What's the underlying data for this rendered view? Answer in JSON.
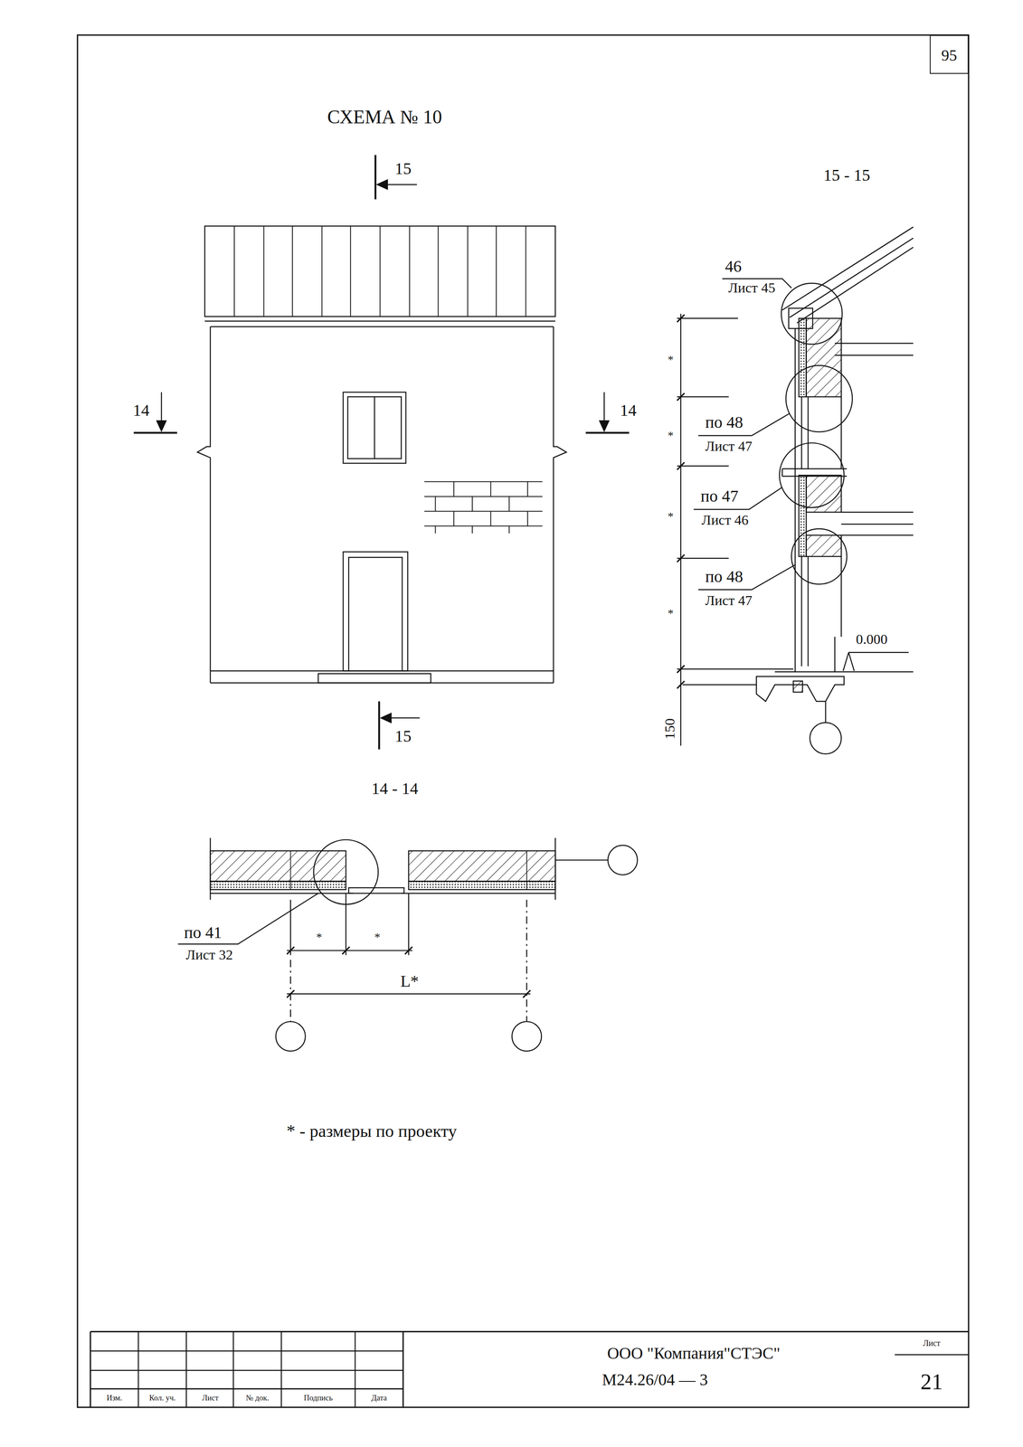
{
  "diagram": {
    "title": "СХЕМА № 10",
    "nodes": [
      {
        "text": [
          "95"
        ]
      },
      {
        "text": [
          "Лист",
          "21"
        ]
      }
    ],
    "labels": [
      "15",
      "15 - 15",
      "14",
      "14",
      "46",
      "Лист 45",
      "*",
      "по 48",
      "Лист 47",
      "*",
      "по 47",
      "Лист 46",
      "*",
      "по 48",
      "Лист 47",
      "*",
      "0.000",
      "150",
      "15",
      "14 - 14",
      "по 41",
      "Лист 32",
      "*",
      "*",
      "L*",
      "* - размеры по проекту",
      "Изм.",
      "Кол. уч.",
      "Лист",
      "№ док.",
      "Подпись",
      "Дата",
      "ООО \"Компания\"СТЭС\"",
      "М24.26/04 — 3"
    ]
  }
}
